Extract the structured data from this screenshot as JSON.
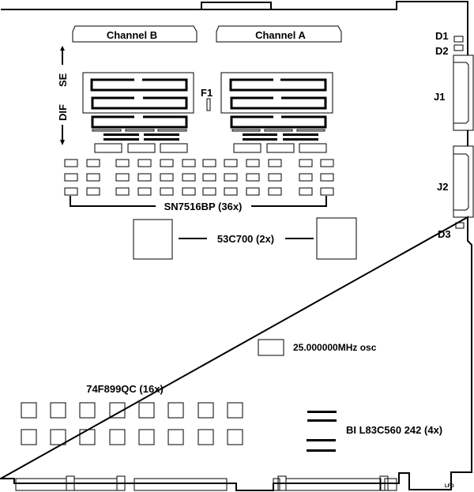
{
  "diagram": {
    "title": "SCSI controller board layout",
    "connectors": {
      "channel_b": "Channel B",
      "channel_a": "Channel A",
      "j1": "J1",
      "j2": "J2"
    },
    "leds": {
      "d1": "D1",
      "d2": "D2",
      "d3": "D3"
    },
    "fuse": "F1",
    "mode_labels": {
      "se": "SE",
      "dif": "DIF"
    },
    "components": {
      "drivers": "SN7516BP (36x)",
      "scsi_chips": "53C700 (2x)",
      "oscillator": "25.000000MHz osc",
      "buffers": "74F899QC (16x)",
      "bus_interface": "BI L83C560 242 (4x)"
    },
    "corner_mark": "LFD"
  }
}
